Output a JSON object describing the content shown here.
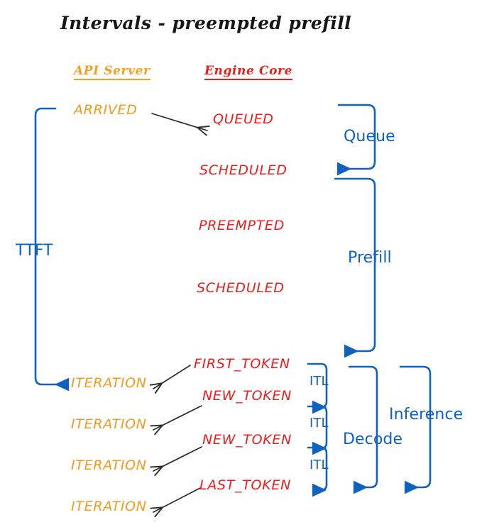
{
  "diagram": {
    "title": "Intervals - preempted prefill",
    "colors": {
      "api_server": "#f49a1c",
      "engine_core": "#ee1d1d",
      "annotation_blue": "#0f62c0",
      "arrow_black": "#2b2b2b",
      "background": "#ffffff"
    },
    "columns": [
      {
        "label": "API Server",
        "color": "#f5a01e"
      },
      {
        "label": "Engine Core",
        "color": "#e8201a"
      }
    ],
    "api_events": [
      {
        "label": "ARRIVED"
      },
      {
        "label": "ITERATION"
      },
      {
        "label": "ITERATION"
      },
      {
        "label": "ITERATION"
      },
      {
        "label": "ITERATION"
      }
    ],
    "engine_events": [
      {
        "label": "QUEUED"
      },
      {
        "label": "SCHEDULED"
      },
      {
        "label": "PREEMPTED"
      },
      {
        "label": "SCHEDULED"
      },
      {
        "label": "FIRST_TOKEN"
      },
      {
        "label": "NEW_TOKEN"
      },
      {
        "label": "NEW_TOKEN"
      },
      {
        "label": "LAST_TOKEN"
      }
    ],
    "intervals": [
      {
        "label": "TTFT"
      },
      {
        "label": "Queue"
      },
      {
        "label": "Prefill"
      },
      {
        "label": "ITL"
      },
      {
        "label": "ITL"
      },
      {
        "label": "ITL"
      },
      {
        "label": "Decode"
      },
      {
        "label": "Inference"
      }
    ]
  }
}
